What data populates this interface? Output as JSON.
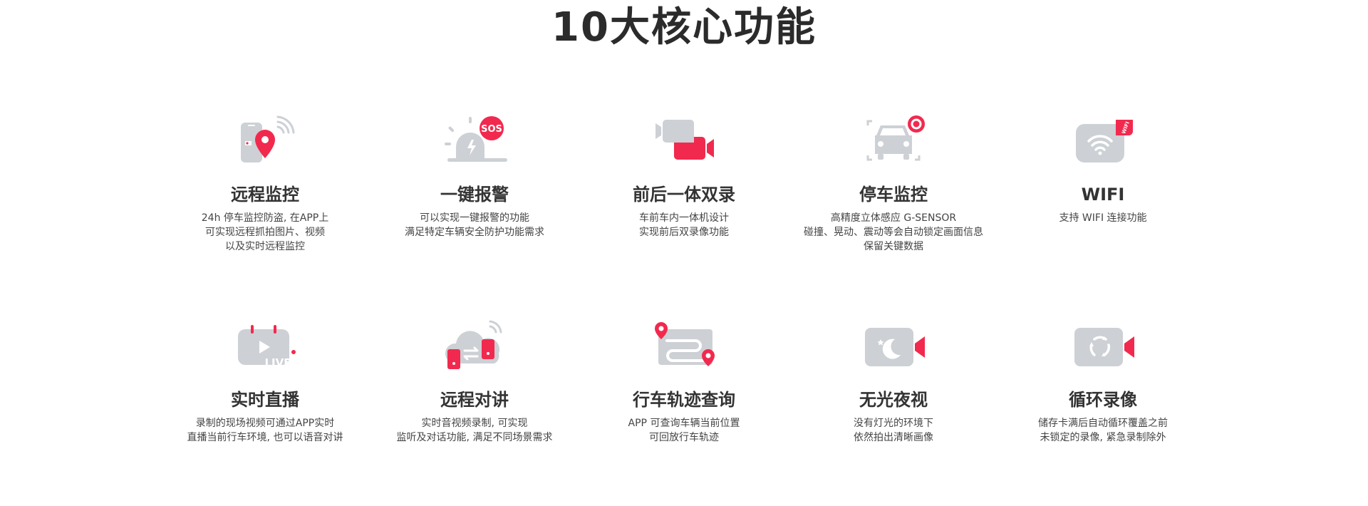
{
  "title": "10大核心功能",
  "features": [
    {
      "icon": "phone-location-wifi-icon",
      "title": "远程监控",
      "desc": [
        "24h 停车监控防盗, 在APP上",
        "可实现远程抓拍图片、视频",
        "以及实时远程监控"
      ]
    },
    {
      "icon": "alarm-light-sos-icon",
      "title": "一键报警",
      "desc": [
        "可以实现一键报警的功能",
        "满足特定车辆安全防护功能需求"
      ]
    },
    {
      "icon": "dual-camera-icon",
      "title": "前后一体双录",
      "desc": [
        "车前车内一体机设计",
        "实现前后双录像功能"
      ]
    },
    {
      "icon": "car-sensor-icon",
      "title": "停车监控",
      "desc": [
        "高精度立体感应 G-SENSOR",
        "碰撞、晃动、震动等会自动锁定画面信息",
        "保留关键数据"
      ]
    },
    {
      "icon": "wifi-icon",
      "title": "WIFI",
      "desc": [
        "支持 WIFI 连接功能"
      ]
    },
    {
      "icon": "live-stream-icon",
      "title": "实时直播",
      "desc": [
        "录制的现场视频可通过APP实时",
        "直播当前行车环境, 也可以语音对讲"
      ]
    },
    {
      "icon": "cloud-intercom-icon",
      "title": "远程对讲",
      "desc": [
        "实时音视频录制, 可实现",
        "监听及对话功能, 满足不同场景需求"
      ]
    },
    {
      "icon": "route-track-icon",
      "title": "行车轨迹查询",
      "desc": [
        "APP 可查询车辆当前位置",
        "可回放行车轨迹"
      ]
    },
    {
      "icon": "night-vision-icon",
      "title": "无光夜视",
      "desc": [
        "没有灯光的环境下",
        "依然拍出清晰画像"
      ]
    },
    {
      "icon": "loop-recording-icon",
      "title": "循环录像",
      "desc": [
        "储存卡满后自动循环覆盖之前",
        "未锁定的录像, 紧急录制除外"
      ]
    }
  ],
  "icon_labels": {
    "sos": "SOS",
    "live": "LIVE",
    "wifi_tag": "WIFI"
  },
  "colors": {
    "accent_red": "#f2294e",
    "icon_gray": "#cdd0d4",
    "text_dark": "#333333"
  }
}
